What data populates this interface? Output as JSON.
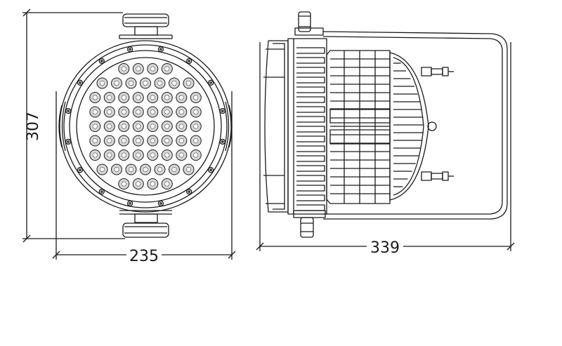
{
  "dimensions": {
    "height": "307",
    "front_width": "235",
    "side_depth": "339"
  },
  "front_view": {
    "led_rows": [
      4,
      7,
      8,
      8,
      8,
      8,
      8,
      7,
      4
    ]
  },
  "colors": {
    "line": "#1a1a1a",
    "background": "#ffffff"
  }
}
